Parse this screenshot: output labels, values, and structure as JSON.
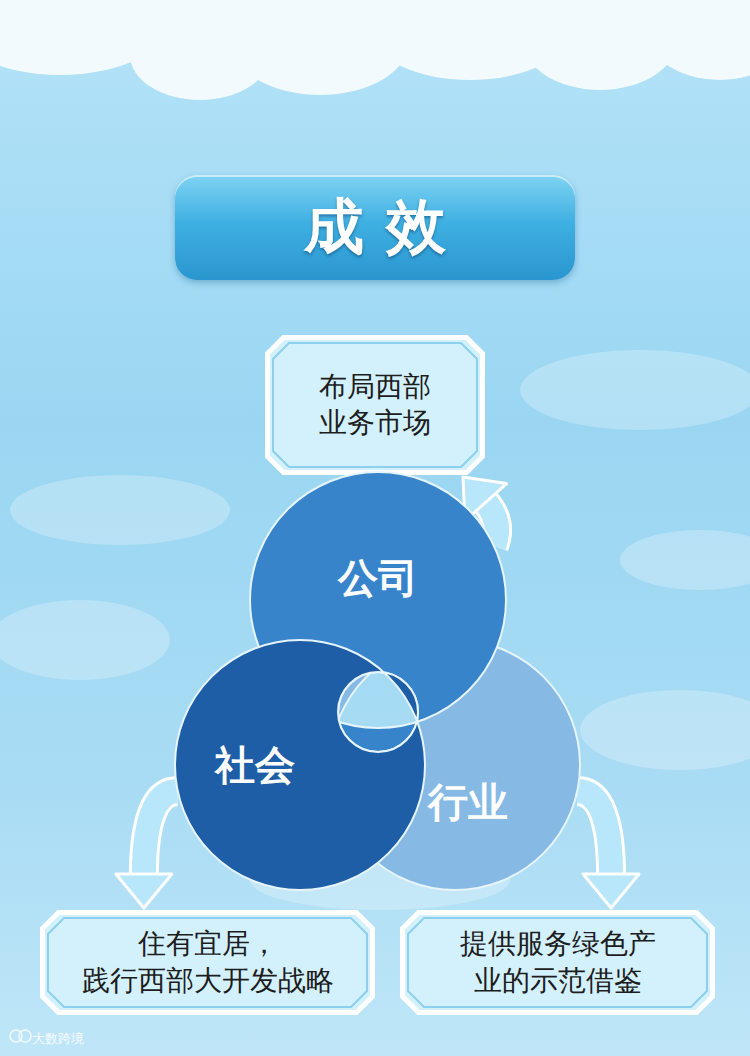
{
  "diagram": {
    "title": "成效",
    "nodes": [
      {
        "text": [
          "布局西部 业务市场"
        ]
      },
      {
        "text": [
          "公司"
        ]
      },
      {
        "text": [
          "社会"
        ]
      },
      {
        "text": [
          "行业"
        ]
      },
      {
        "text": [
          "住有宜居， 践行西部大开发战略"
        ]
      },
      {
        "text": [
          "提供服务绿色产 业的示范借鉴"
        ]
      }
    ],
    "edges": [
      {
        "from": 1,
        "to": 0,
        "arrow": "to"
      },
      {
        "from": 2,
        "to": 4,
        "arrow": "to"
      },
      {
        "from": 3,
        "to": 5,
        "arrow": "to"
      }
    ],
    "labels": [
      "大数跨境"
    ]
  }
}
